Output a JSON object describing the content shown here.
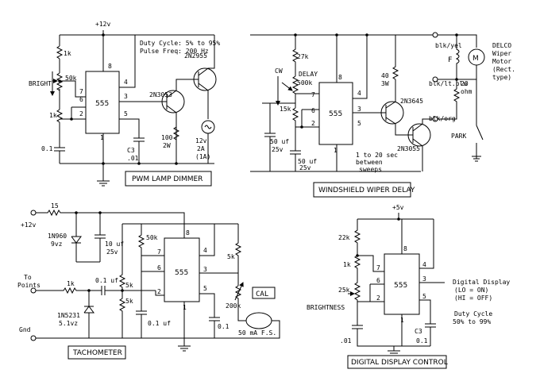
{
  "pwm": {
    "title": "PWM LAMP DIMMER",
    "vcc": "+12v",
    "duty": "Duty Cycle: 5% to 95%",
    "freq": "Pulse Freq: 200 Hz",
    "r_top": "1k",
    "pot": "50k",
    "r_bot": "1k",
    "bright": "BRIGHT",
    "cap_timing": "0.1",
    "chip": "555",
    "pins": [
      "8",
      "7",
      "6",
      "2",
      "4",
      "3",
      "5",
      "1"
    ],
    "q1": "2N3053",
    "q2": "2N2955",
    "r_base": "100",
    "r_base2": "2W",
    "c3": "C3",
    "c3v": ".01",
    "lamp1": "12v",
    "lamp2": "2A",
    "lamp3": "(1A)"
  },
  "wiper": {
    "title": "WINDSHIELD WIPER DELAY",
    "r1": "27k",
    "delay": "DELAY",
    "pot": "500k",
    "cw": "CW",
    "r15": "15k",
    "cap1a": "50 uf",
    "cap1b": "25v",
    "cap2a": "50 uf",
    "cap2b": "25v",
    "chip": "555",
    "pins": [
      "8",
      "7",
      "6",
      "2",
      "4",
      "3",
      "5",
      "1"
    ],
    "r40a": "40",
    "r40b": "3W",
    "q1": "2N3645",
    "q2": "2N3055",
    "sweep1": "1 to 20 sec",
    "sweep2": "between",
    "sweep3": "sweeps",
    "wire1": "blk/yel",
    "wire2": "blk/lt.blu",
    "wire3": "blk/org",
    "field": "F",
    "r20a": "20",
    "r20b": "ohm",
    "park": "PARK",
    "motor1": "DELCO",
    "motor2": "Wiper",
    "motor3": "Motor",
    "motor4": "(Rect.",
    "motor5": "type)"
  },
  "tach": {
    "title": "TACHOMETER",
    "vcc": "+12v",
    "r15": "15",
    "z1a": "1N960",
    "z1b": "9vz",
    "c10a": "10 uf",
    "c10b": "25v",
    "points1": "To",
    "points2": "Points",
    "r1k": "1k",
    "c01": "0.1 uf",
    "r5k1": "5k",
    "r5k2": "5k",
    "z2a": "1N5231",
    "z2b": "5.1vz",
    "gnd": "Gnd",
    "r50k": "50k",
    "chip": "555",
    "pins": [
      "8",
      "7",
      "6",
      "2",
      "4",
      "3",
      "5",
      "1"
    ],
    "c01b": "0.1 uf",
    "c5": "0.1",
    "r5k3": "5k",
    "pot": "200k",
    "cal": "CAL",
    "meter": "50 mA  F.S."
  },
  "digital": {
    "title": "DIGITAL DISPLAY CONTROL",
    "vcc": "+5v",
    "r22k": "22k",
    "r1k": "1k",
    "pot": "25k",
    "bright": "BRIGHTNESS",
    "cap": ".01",
    "chip": "555",
    "pins": [
      "8",
      "7",
      "6",
      "2",
      "4",
      "3",
      "5",
      "1"
    ],
    "out1": "Digital Display",
    "out2": "(LO = ON)",
    "out3": "(HI = OFF)",
    "duty1": "Duty Cycle",
    "duty2": "50% to 99%",
    "c3": "C3",
    "c3v": "0.1"
  }
}
